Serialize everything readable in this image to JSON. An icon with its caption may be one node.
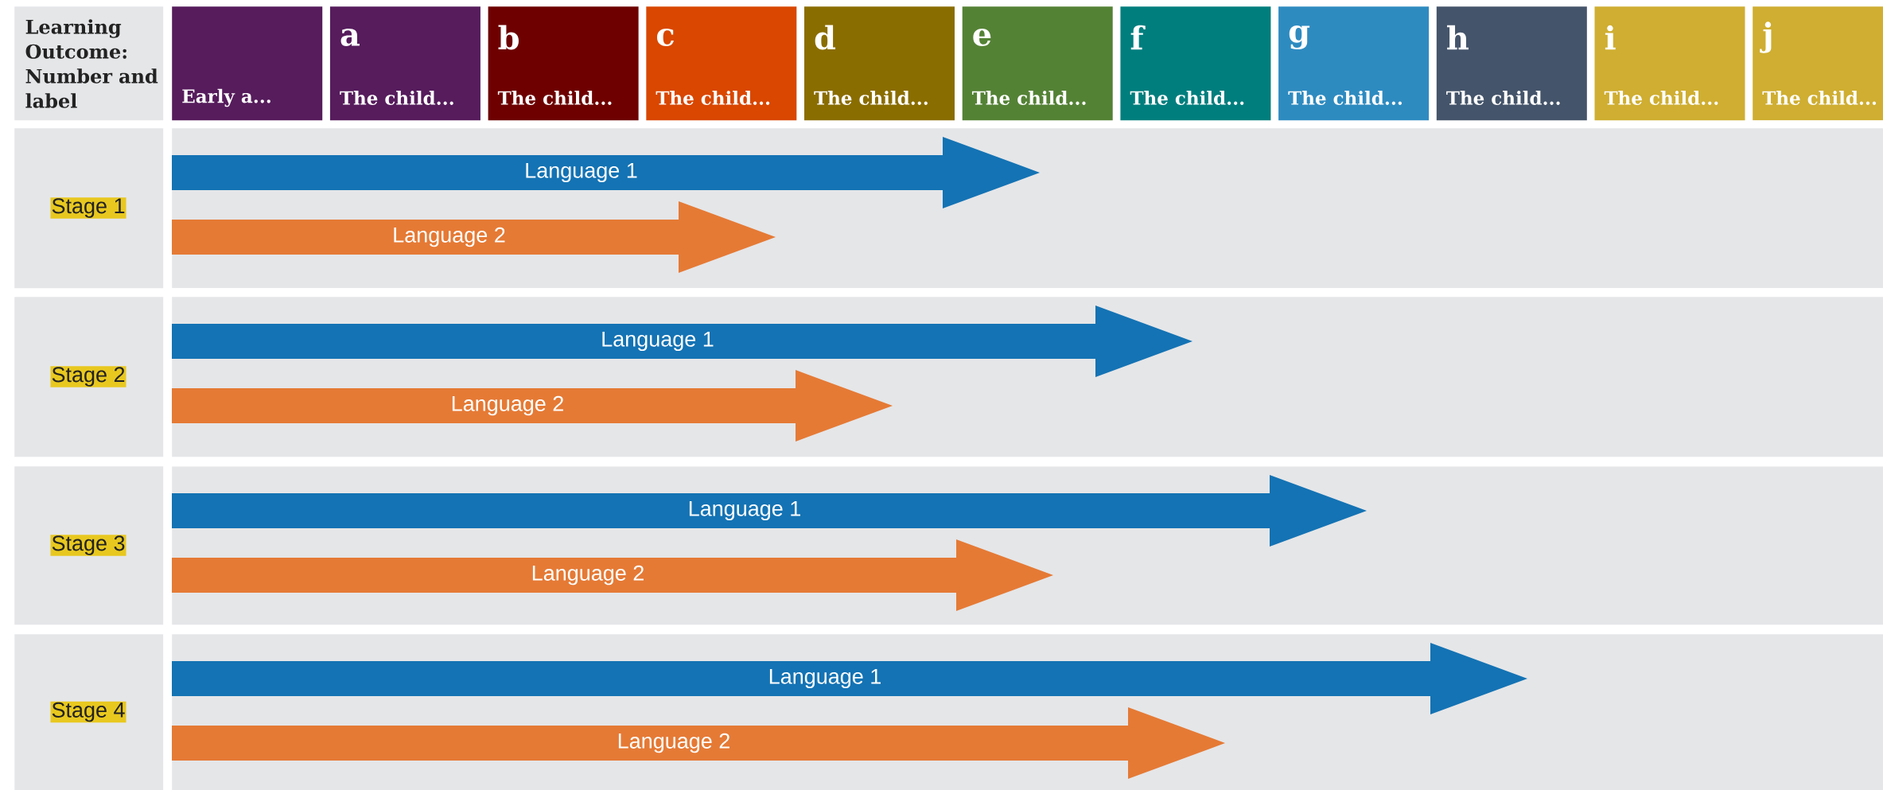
{
  "diagram": {
    "nodes": [
      {
        "text": [
          "Learning Outcome: Number and label"
        ]
      },
      {
        "text": [
          "Early a..."
        ]
      },
      {
        "text": [
          "a",
          "The child..."
        ]
      },
      {
        "text": [
          "b",
          "The child..."
        ]
      },
      {
        "text": [
          "c",
          "The child..."
        ]
      },
      {
        "text": [
          "d",
          "The child..."
        ]
      },
      {
        "text": [
          "e",
          "The child..."
        ]
      },
      {
        "text": [
          "f",
          "The child..."
        ]
      },
      {
        "text": [
          "g",
          "The child..."
        ]
      },
      {
        "text": [
          "h",
          "The child..."
        ]
      },
      {
        "text": [
          "i",
          "The child..."
        ]
      },
      {
        "text": [
          "j",
          "The child..."
        ]
      },
      {
        "text": [
          "Stage 1"
        ]
      },
      {
        "text": [],
        "shape": "box"
      },
      {
        "text": [
          "Language 1"
        ],
        "in": 13
      },
      {
        "text": [
          "Language 2"
        ],
        "in": 13
      },
      {
        "text": [
          "Stage 2"
        ]
      },
      {
        "text": [],
        "shape": "box"
      },
      {
        "text": [
          "Language 1"
        ],
        "in": 17
      },
      {
        "text": [
          "Language 2"
        ],
        "in": 17
      },
      {
        "text": [
          "Stage 3"
        ]
      },
      {
        "text": [],
        "shape": "box"
      },
      {
        "text": [
          "Language 1"
        ],
        "in": 21
      },
      {
        "text": [
          "Language 2"
        ],
        "in": 21
      },
      {
        "text": [
          "Stage 4"
        ]
      },
      {
        "text": [],
        "shape": "box"
      },
      {
        "text": [
          "Language 1"
        ],
        "in": 25
      },
      {
        "text": [
          "Language 2"
        ],
        "in": 25
      }
    ]
  }
}
